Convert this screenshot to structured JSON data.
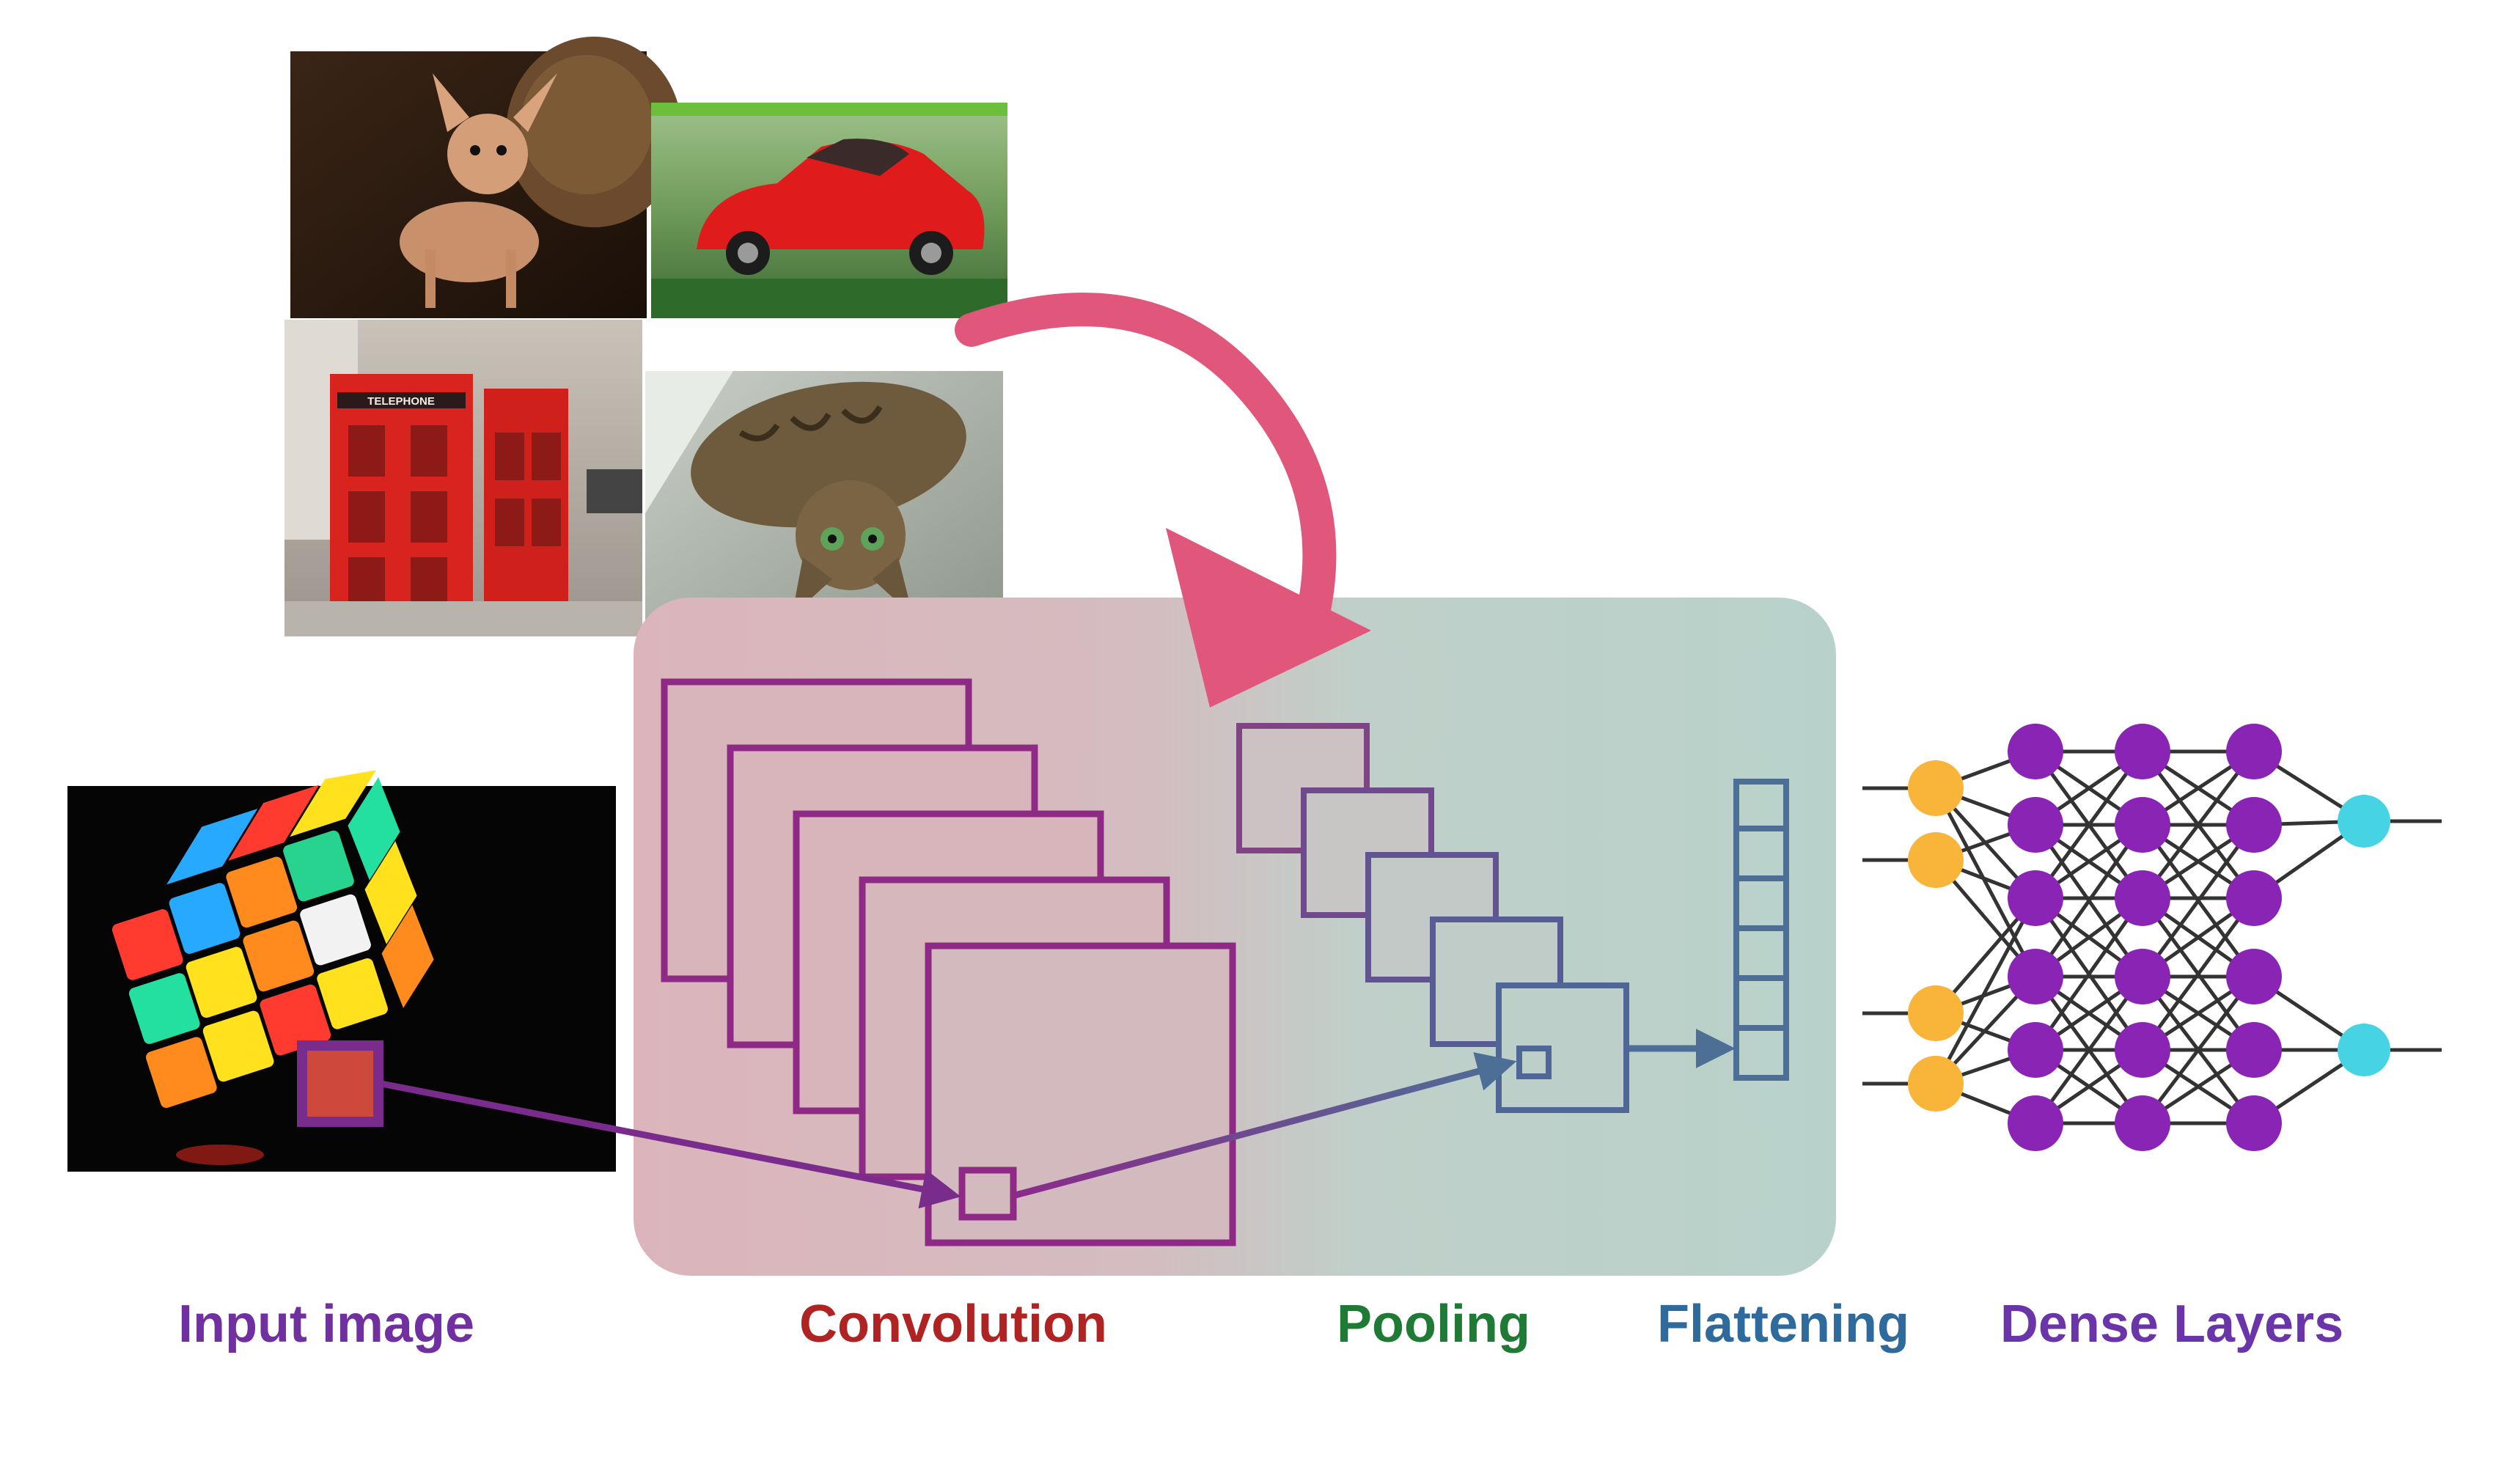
{
  "labels": {
    "input": "Input image",
    "convolution": "Convolution",
    "pooling": "Pooling",
    "flattening": "Flattening",
    "dense": "Dense Layers"
  },
  "thumbnails": [
    {
      "name": "chihuahua-photo"
    },
    {
      "name": "red-sports-car-photo"
    },
    {
      "name": "telephone-booths-photo"
    },
    {
      "name": "tabby-cat-photo"
    }
  ],
  "telephone_booth_sign": "TELEPHONE",
  "colors": {
    "input_label": "#7030a0",
    "convolution_label": "#b02323",
    "pooling_label": "#1f7a35",
    "flattening_label": "#2e6a9c",
    "dense_label": "#6a35a8",
    "panel_left": "#dbb6bc",
    "panel_right": "#b9d3cb",
    "conv_maps": "#8e2a85",
    "pool_maps": "#5f5d9e",
    "flatten_vector": "#4d6f96",
    "curved_arrow": "#e0577b",
    "input_neuron": "#f9b43a",
    "hidden_neuron": "#8a24b5",
    "output_neuron": "#46d4e4",
    "edges": "#333333"
  }
}
